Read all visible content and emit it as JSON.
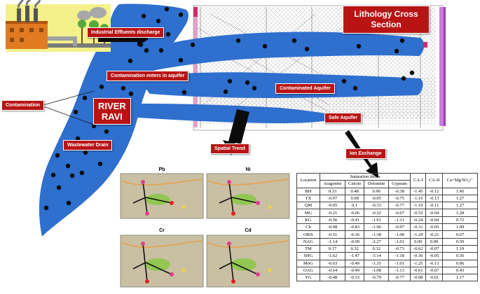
{
  "labels": {
    "industrial": "Industrial Effluents discharge",
    "enters": "Contamination enters in aquifer",
    "contamination": "Contamination",
    "river_line1": "RIVER",
    "river_line2": "RAVI",
    "wastewater": "Wastewater Drain",
    "contaminated": "Contaminated Aquifer",
    "safe": "Safe Aquifer",
    "spatial": "Spatial Trend",
    "ion": "Ion Exchange",
    "litho_line1": "Lithology Cross",
    "litho_line2": "Section"
  },
  "maps": [
    "Pb",
    "Ni",
    "Cr",
    "Cd"
  ],
  "table": {
    "header_location": "Location",
    "header_si": "Saturation Index",
    "header_ca1": "CA-I",
    "header_ca2": "CA-II",
    "header_ratio": "Ca+Mg/SO₄²⁻",
    "minerals": [
      "Aragonite",
      "Calcite",
      "Dolomite",
      "Gypsum"
    ],
    "rows": [
      [
        "BH",
        "0.33",
        "0.48",
        "0.96",
        "-0.38",
        "-1.45",
        "-0.12",
        "1.45"
      ],
      [
        "TX",
        "-0.97",
        "0.08",
        "-0.05",
        "-0.75",
        "-1.16",
        "-0.13",
        "1.27"
      ],
      [
        "QM",
        "-0.05",
        "0.1",
        "-0.33",
        "-0.77",
        "-1.10",
        "-0.11",
        "1.27"
      ],
      [
        "MG",
        "-0.21",
        "-0.06",
        "-0.22",
        "-0.67",
        "-0.52",
        "-0.04",
        "1.28"
      ],
      [
        "KG",
        "-0.56",
        "-0.41",
        "-1.01",
        "-1.11",
        "-0.24",
        "-0.04",
        "0.72"
      ],
      [
        "Ch",
        "-0.98",
        "-0.83",
        "-1.96",
        "-0.97",
        "-0.31",
        "-0.05",
        "1.09"
      ],
      [
        "ORN",
        "-0.51",
        "-0.36",
        "-1.38",
        "-1.08",
        "-1.29",
        "-0.21",
        "0.67"
      ],
      [
        "NAG",
        "-1.14",
        "-0.99",
        "-2.27",
        "-1.01",
        "0.00",
        "0.00",
        "0.50"
      ],
      [
        "TM",
        "0.17",
        "0.32",
        "0.32",
        "-0.73",
        "-0.62",
        "-0.07",
        "1.19"
      ],
      [
        "SHG",
        "-1.62",
        "-1.47",
        "-3.14",
        "-1.18",
        "-0.36",
        "-0.05",
        "0.56"
      ],
      [
        "MoG",
        "-0.63",
        "-0.49",
        "-1.35",
        "-1.01",
        "-1.25",
        "-0.13",
        "0.86"
      ],
      [
        "OAG",
        "-0.64",
        "-0.49",
        "-1.08",
        "-1.13",
        "-0.61",
        "-0.07",
        "0.43"
      ],
      [
        "YG",
        "-0.48",
        "-0.33",
        "-0.79",
        "-0.77",
        "-0.08",
        "-0.01",
        "1.17"
      ]
    ]
  },
  "colors": {
    "river": "#2f6fce",
    "label_red": "#b81414",
    "factory_bg": "#f4f08a",
    "map_bg": "#c9c0a4"
  }
}
